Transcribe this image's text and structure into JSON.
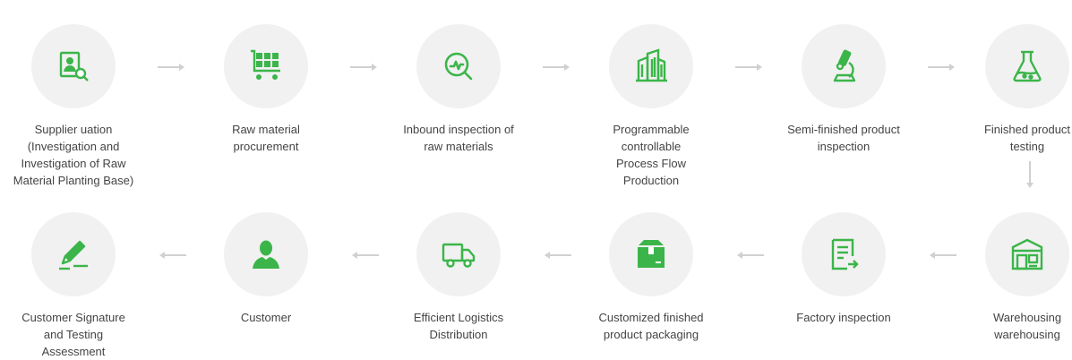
{
  "colors": {
    "accent": "#3bb54a",
    "circle": "#f1f1f1",
    "arrow": "#d0d0d0",
    "text": "#444444"
  },
  "steps": [
    {
      "label": "Supplier uation\n(Investigation and\nInvestigation of Raw\nMaterial Planting Base)",
      "icon": "supplier-search-icon"
    },
    {
      "label": "Raw material\nprocurement",
      "icon": "cart-icon"
    },
    {
      "label": "Inbound inspection of\nraw materials",
      "icon": "magnifier-wave-icon"
    },
    {
      "label": "Programmable\ncontrollable\nProcess Flow\nProduction",
      "icon": "buildings-icon"
    },
    {
      "label": "Semi-finished product\ninspection",
      "icon": "microscope-icon"
    },
    {
      "label": "Finished product\ntesting",
      "icon": "flask-icon"
    },
    {
      "label": "Warehousing\nwarehousing",
      "icon": "warehouse-icon"
    },
    {
      "label": "Factory inspection",
      "icon": "document-icon"
    },
    {
      "label": "Customized finished\nproduct packaging",
      "icon": "box-icon"
    },
    {
      "label": "Efficient Logistics\nDistribution",
      "icon": "truck-icon"
    },
    {
      "label": "Customer",
      "icon": "user-icon"
    },
    {
      "label": "Customer Signature\nand Testing\nAssessment",
      "icon": "pen-signature-icon"
    }
  ]
}
